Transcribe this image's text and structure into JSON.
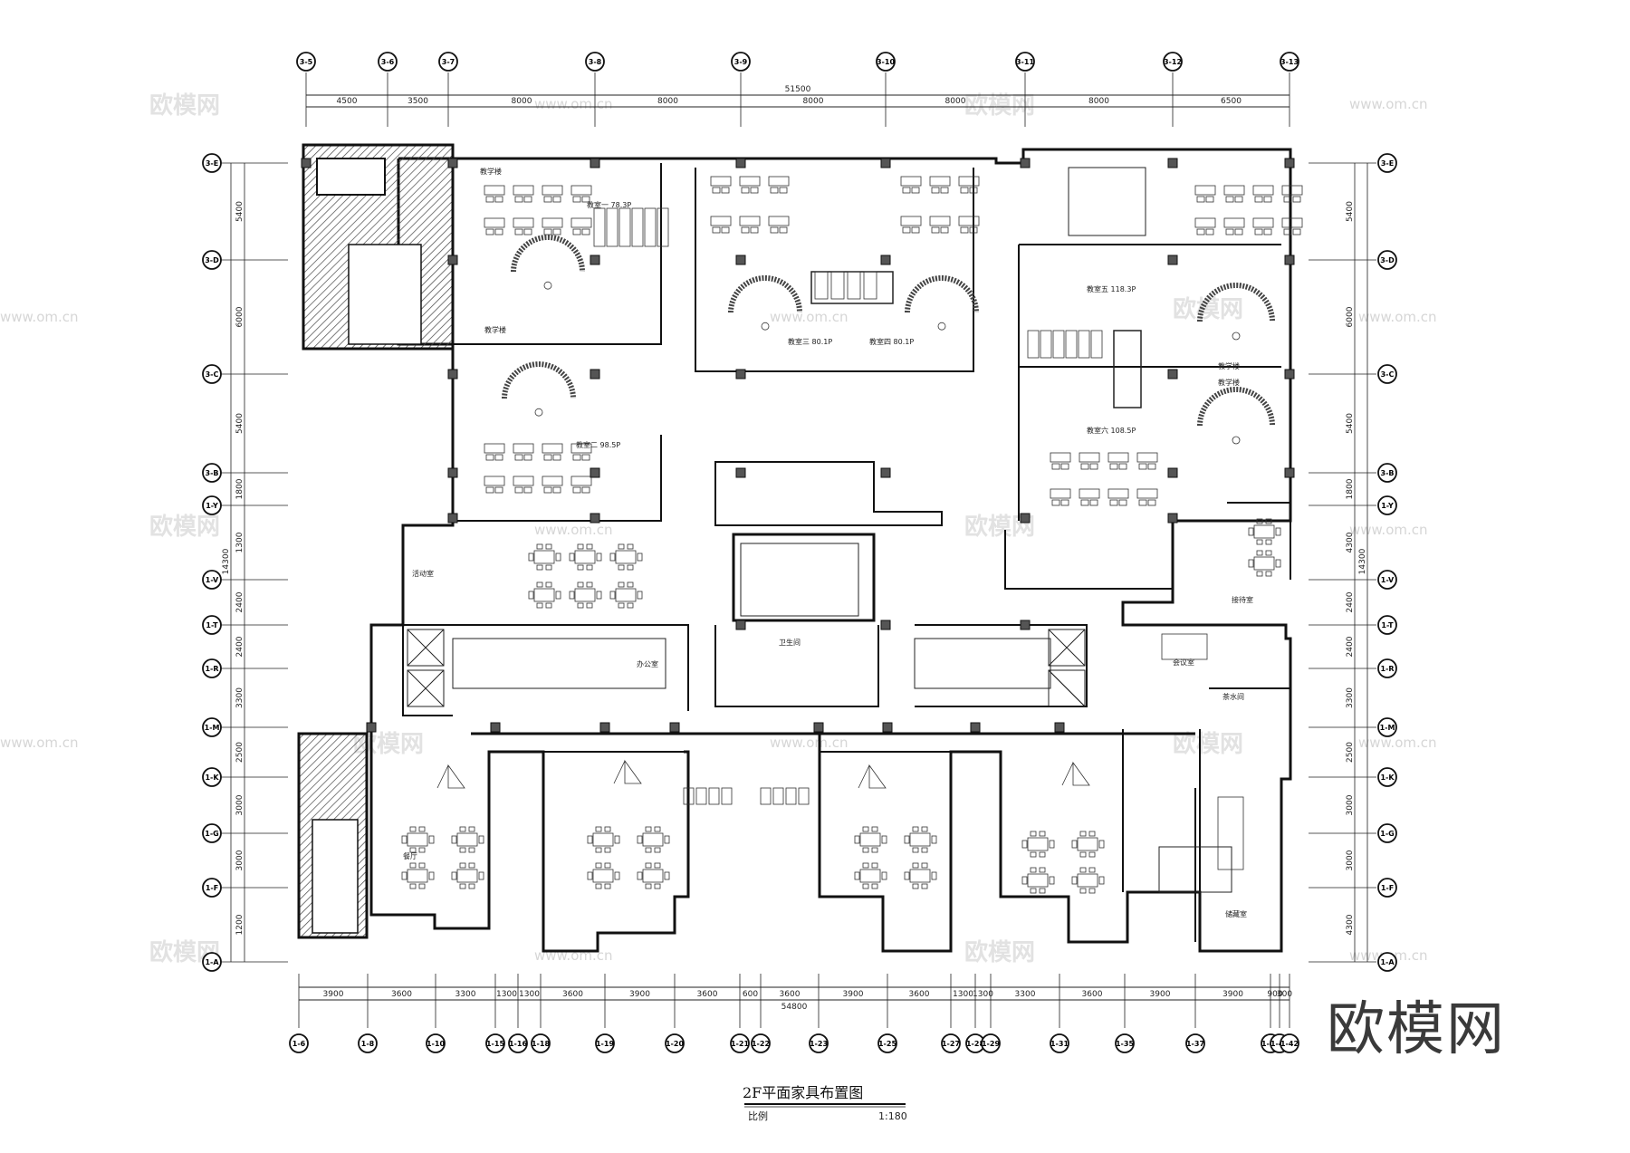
{
  "drawing": {
    "title": "2F平面家具布置图",
    "scale_label": "比例",
    "scale_value": "1:180"
  },
  "brand": {
    "logo_text": "欧模网"
  },
  "watermarks": {
    "cn": "欧模网",
    "url": "www.om.cn"
  },
  "top_axes": [
    "3-5",
    "3-6",
    "3-7",
    "3-8",
    "3-9",
    "3-10",
    "3-11",
    "3-12",
    "3-13"
  ],
  "top_dims": [
    "4500",
    "3500",
    "8000",
    "8000",
    "8000",
    "8000",
    "8000",
    "6500"
  ],
  "top_total": "51500",
  "left_axes": [
    "3-E",
    "3-D",
    "3-C",
    "3-B",
    "1-Y",
    "1-V",
    "1-T",
    "1-R",
    "1-M",
    "1-K",
    "1-G",
    "1-F",
    "1-A"
  ],
  "left_dims": [
    "5400",
    "6000",
    "5400",
    "1800",
    "1300",
    "2400",
    "2400",
    "3300",
    "2500",
    "3000",
    "3000",
    "1200",
    "4300"
  ],
  "left_total": "14300",
  "right_axes": [
    "3-E",
    "3-D",
    "3-C",
    "3-B",
    "1-Y",
    "1-V",
    "1-T",
    "1-R",
    "1-M",
    "1-K",
    "1-G",
    "1-F",
    "1-A"
  ],
  "right_dims": [
    "5400",
    "6000",
    "5400",
    "1800",
    "4300",
    "2400",
    "2400",
    "3300",
    "2500",
    "3000",
    "3000",
    "4300"
  ],
  "right_total": "14300",
  "bottom_axes": [
    "1-6",
    "1-8",
    "1-10",
    "1-15",
    "1-16",
    "1-18",
    "1-19",
    "1-20",
    "1-21",
    "1-22",
    "1-23",
    "1-25",
    "1-27",
    "1-28",
    "1-29",
    "1-31",
    "1-35",
    "1-37",
    "1-40",
    "1-41",
    "1-42"
  ],
  "bottom_dims": [
    "3900",
    "3600",
    "3300",
    "1300",
    "1300",
    "3600",
    "3900",
    "3600",
    "600",
    "3600",
    "3900",
    "3600",
    "1300",
    "1300",
    "3300",
    "3600",
    "3900",
    "3900",
    "900",
    "300",
    "300"
  ],
  "bottom_total": "54800",
  "rooms": {
    "classroom_1": "教室一 78.3P",
    "classroom_2": "教室二 98.5P",
    "classroom_3": "教室三 80.1P",
    "classroom_4": "教室四 80.1P",
    "classroom_5": "教室五 118.3P",
    "classroom_6": "教室六 108.5P",
    "teaching_area_a": "教学楼",
    "teaching_area_b": "教学楼",
    "teaching_area_c": "教学楼",
    "teaching_area_d": "教学楼",
    "activity_room": "活动室",
    "office": "办公室",
    "meeting_room": "会议室",
    "reception": "接待室",
    "storage": "储藏室",
    "pantry": "茶水间",
    "toilet": "卫生间",
    "restaurant": "餐厅"
  }
}
